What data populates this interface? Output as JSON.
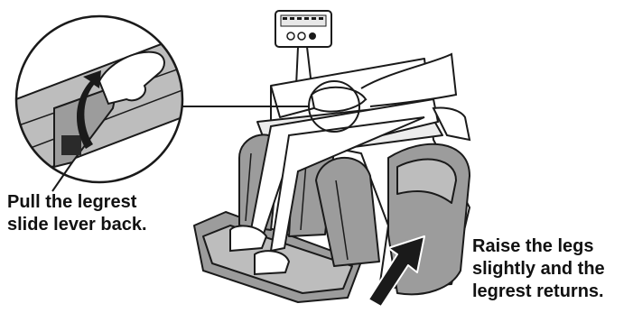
{
  "figure": {
    "captions": {
      "left": [
        "Pull the legrest",
        "slide lever back."
      ],
      "right": [
        "Raise the legs",
        "slightly and the",
        "legrest returns."
      ]
    },
    "icons": [
      "magnified-lever-callout",
      "hand-pulling-lever",
      "curved-pull-arrow",
      "remote-controller",
      "massage-chair",
      "legs-on-legrest",
      "upward-arrow"
    ],
    "colors": {
      "line": "#1a1a1a",
      "chair_fill": "#9c9c9c",
      "chair_light": "#bdbdbd",
      "background": "#ffffff"
    }
  }
}
